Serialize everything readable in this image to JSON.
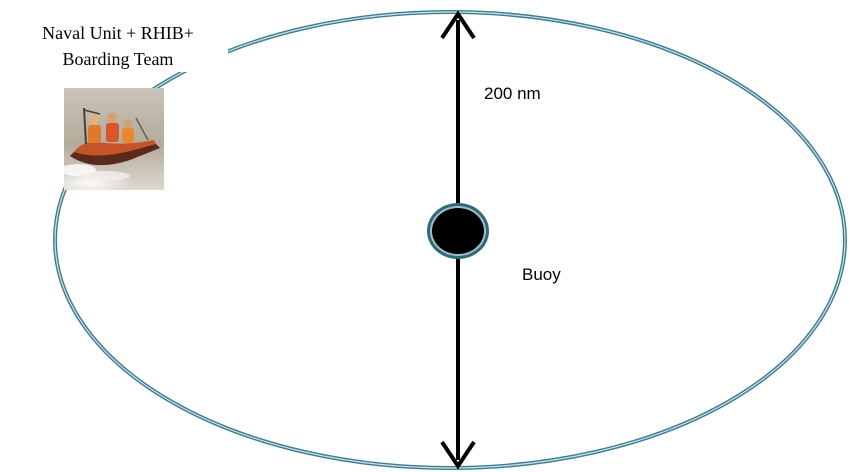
{
  "unit": {
    "line1": "Naval Unit  + RHIB+",
    "line2": "Boarding Team"
  },
  "range_label": "200 nm",
  "buoy_label": "Buoy",
  "icons": {
    "photo": "rhib-boarding-team-photo",
    "arrow": "double-headed-arrow",
    "buoy": "buoy-marker"
  },
  "colors": {
    "zone_outline": "#3d7d8f",
    "zone_outline_highlight": "#cfe3ea",
    "arrow": "#000000",
    "buoy_fill": "#000000",
    "buoy_ring": "#2f6a7a"
  }
}
